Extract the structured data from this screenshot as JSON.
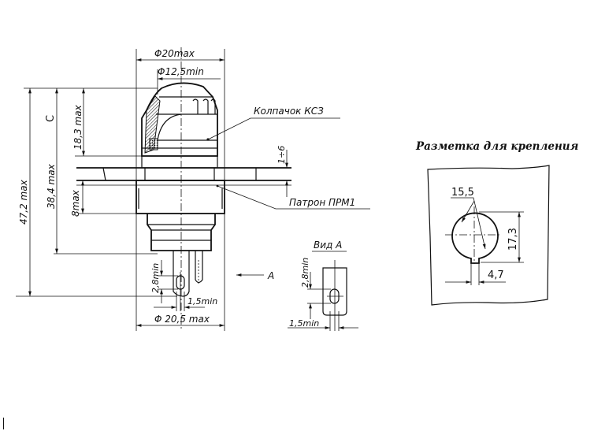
{
  "main_view": {
    "dim_d20_max": "Φ20max",
    "dim_d12_5_min": "Φ12,5min",
    "dim_d20_5_max": "Φ 20,5 max",
    "dim_47_2_max": "47,2 max",
    "dim_38_4_max": "38,4 max",
    "dim_18_3_max": "18,3 max",
    "dim_8_max": "8max",
    "dim_1_6": "1÷6",
    "dim_2_8_min": "2,8min",
    "dim_1_5_min": "1,5min",
    "label_c": "C",
    "label_a": "A",
    "callout_cap": "Колпачок КСЗ",
    "callout_socket": "Патрон ПРМ1"
  },
  "view_a": {
    "title": "Вид А",
    "dim_2_8_min": "2,8min",
    "dim_1_5_min": "1,5min"
  },
  "mounting": {
    "title": "Разметка для крепления",
    "dim_diameter": "15,5",
    "dim_height": "17,3",
    "dim_slot": "4,7"
  }
}
